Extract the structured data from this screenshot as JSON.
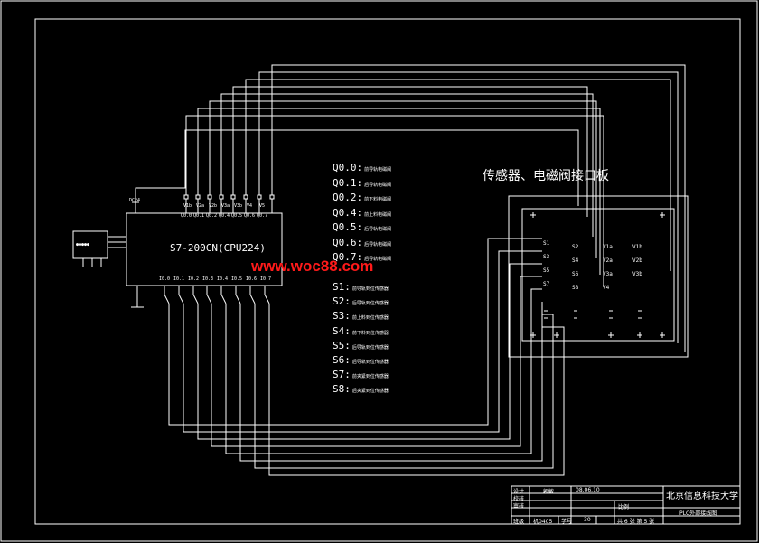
{
  "plc": {
    "name": "S7-200CN(CPU224)",
    "supply_label": "DC24",
    "top_terminals": [
      "V1b",
      "V2a",
      "V2b",
      "V3a",
      "V3b",
      "V4",
      "V5"
    ],
    "output_codes": [
      "Q0.0",
      "Q0.1",
      "Q0.2",
      "Q0.4",
      "Q0.5",
      "Q0.6",
      "Q0.7"
    ],
    "input_codes": [
      "I0.0",
      "I0.1",
      "I0.2",
      "I0.3",
      "I0.4",
      "I0.5",
      "I0.6",
      "I0.7"
    ]
  },
  "outputs": [
    {
      "code": "Q0.0:",
      "desc": "前导轨电磁阀"
    },
    {
      "code": "Q0.1:",
      "desc": "后导轨电磁阀"
    },
    {
      "code": "Q0.2:",
      "desc": "前下料电磁阀"
    },
    {
      "code": "Q0.4:",
      "desc": "前上料电磁阀"
    },
    {
      "code": "Q0.5:",
      "desc": "后导轨电磁阀"
    },
    {
      "code": "Q0.6:",
      "desc": "后导轨电磁阀"
    },
    {
      "code": "Q0.7:",
      "desc": "后导轨电磁阀"
    }
  ],
  "sensors": [
    {
      "code": "S1:",
      "desc": "前导轨到位传感器"
    },
    {
      "code": "S2:",
      "desc": "后导轨到位传感器"
    },
    {
      "code": "S3:",
      "desc": "前上料到位传感器"
    },
    {
      "code": "S4:",
      "desc": "前下料到位传感器"
    },
    {
      "code": "S5:",
      "desc": "后导轨到位传感器"
    },
    {
      "code": "S6:",
      "desc": "后导轨到位传感器"
    },
    {
      "code": "S7:",
      "desc": "前夹紧到位传感器"
    },
    {
      "code": "S8:",
      "desc": "后夹紧到位传感器"
    }
  ],
  "board": {
    "title": "传感器、电磁阀接口板",
    "left_pins": [
      "S1",
      "S3",
      "S5",
      "S7"
    ],
    "mid_pins": [
      "S2",
      "S4",
      "S6",
      "S8"
    ],
    "valve_pins_a": [
      "V1a",
      "V2a",
      "V3a",
      "V4"
    ],
    "valve_pins_b": [
      "V1b",
      "V2b",
      "V3b"
    ]
  },
  "watermark": "www.woc88.com",
  "title_block": {
    "university": "北京信息科技大学",
    "drawing_name": "PLC外部接线图",
    "rows": [
      "设计",
      "校核",
      "审核",
      "班级"
    ],
    "designer": "郭敏",
    "date": "08.06.10",
    "class": "机0405",
    "id_label": "学号",
    "id_value": "30",
    "scale_label": "比例",
    "sheet_info": "共 6 张 第 5 张"
  }
}
